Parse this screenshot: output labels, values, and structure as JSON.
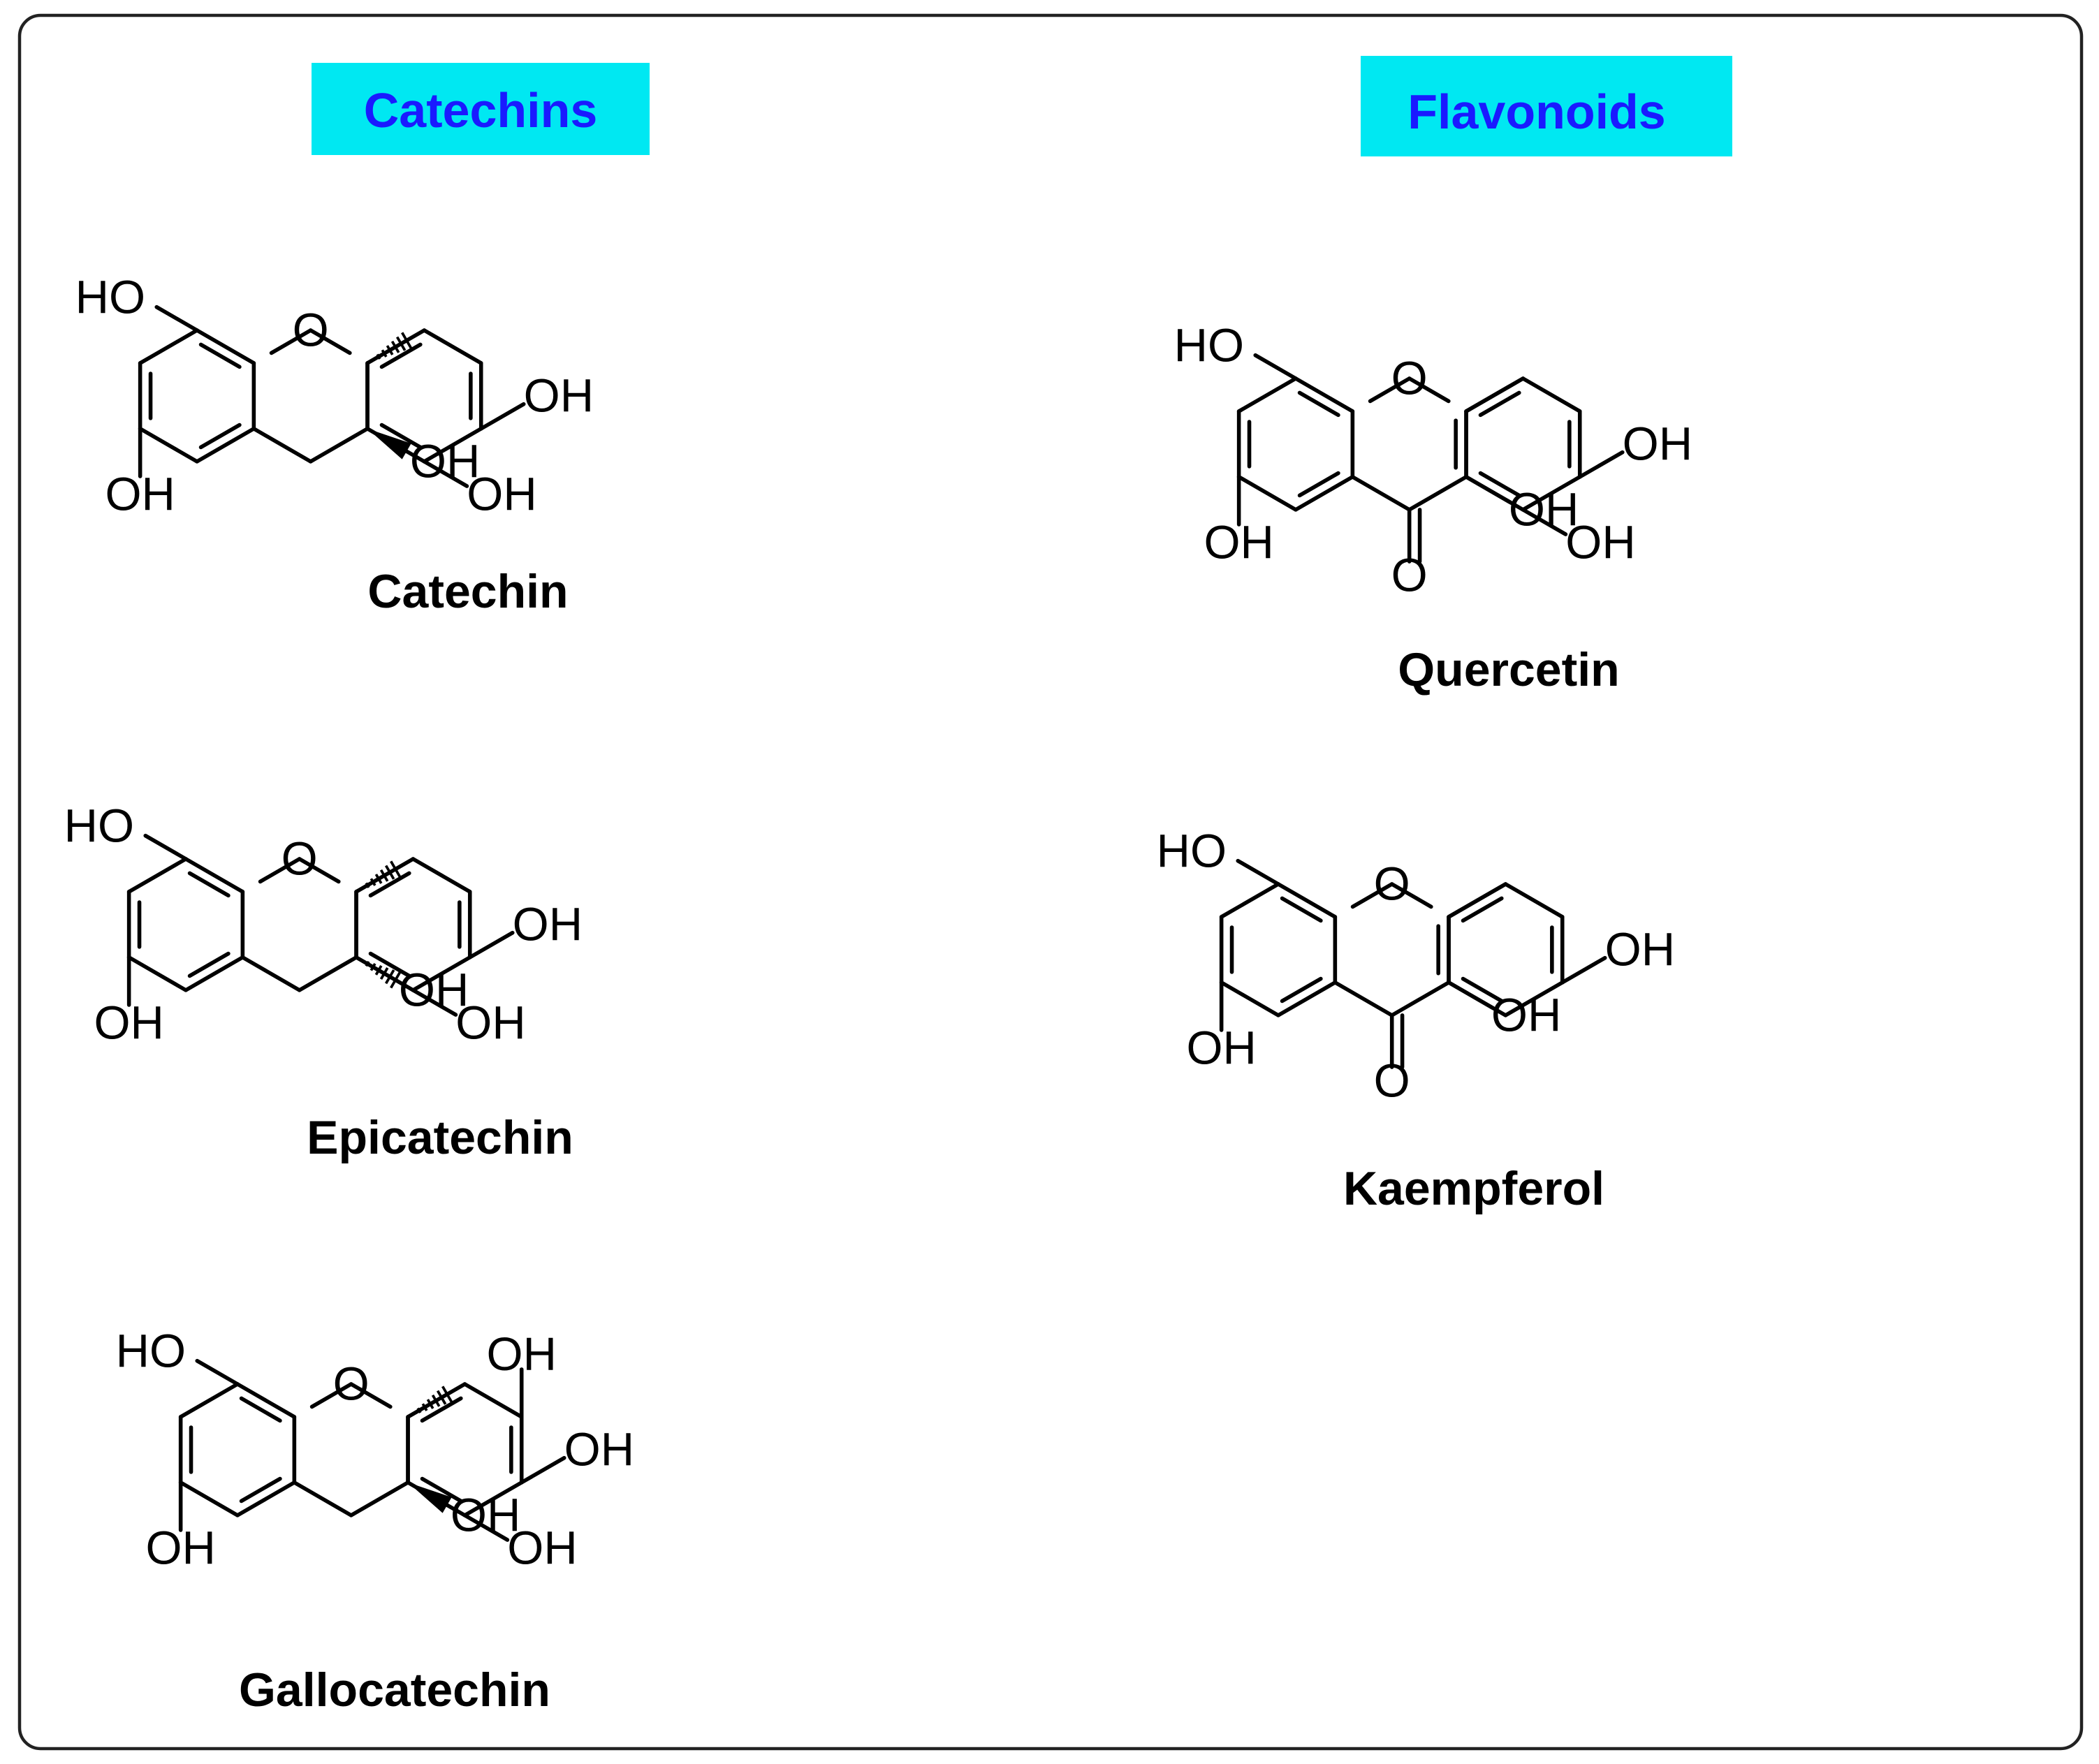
{
  "panels": [
    {
      "heading": "Catechins",
      "compounds": [
        {
          "name": "Catechin",
          "type": "flavan-3-ol",
          "b_ring": "catechol",
          "c3": "wedge"
        },
        {
          "name": "Epicatechin",
          "type": "flavan-3-ol",
          "b_ring": "catechol",
          "c3": "hash"
        },
        {
          "name": "Gallocatechin",
          "type": "flavan-3-ol",
          "b_ring": "pyrogallol",
          "c3": "wedge"
        }
      ]
    },
    {
      "heading": "Flavonoids",
      "compounds": [
        {
          "name": "Quercetin",
          "type": "flavonol",
          "b_ring": "catechol"
        },
        {
          "name": "Kaempferol",
          "type": "flavonol",
          "b_ring": "phenol"
        }
      ]
    }
  ],
  "atom_labels": {
    "hydroxyl": "OH",
    "hydroxyl_left": "HO",
    "oxygen": "O"
  },
  "colors": {
    "heading_background": "#00e8f2",
    "heading_text": "#1a1aff",
    "structure": "#000000"
  }
}
